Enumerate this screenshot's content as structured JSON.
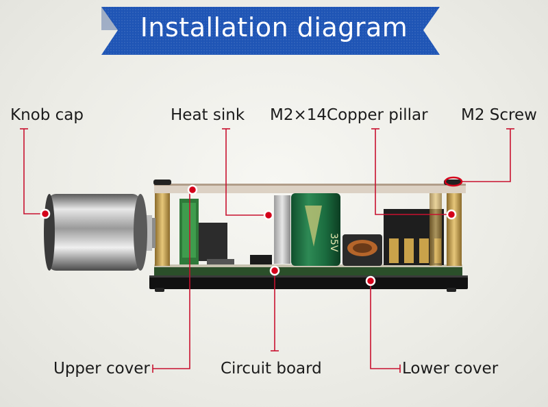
{
  "title": "Installation diagram",
  "labels": {
    "knob_cap": "Knob cap",
    "heat_sink": "Heat sink",
    "copper_pillar": "M2×14Copper pillar",
    "m2_screw": "M2 Screw",
    "upper_cover": "Upper cover",
    "circuit_board": "Circuit board",
    "lower_cover": "Lower cover"
  },
  "capacitor_text": "35V",
  "colors": {
    "banner": "#1f55b5",
    "banner_dark": "#163f8c",
    "leader_line": "#c8102e",
    "marker": "#d4001a"
  }
}
